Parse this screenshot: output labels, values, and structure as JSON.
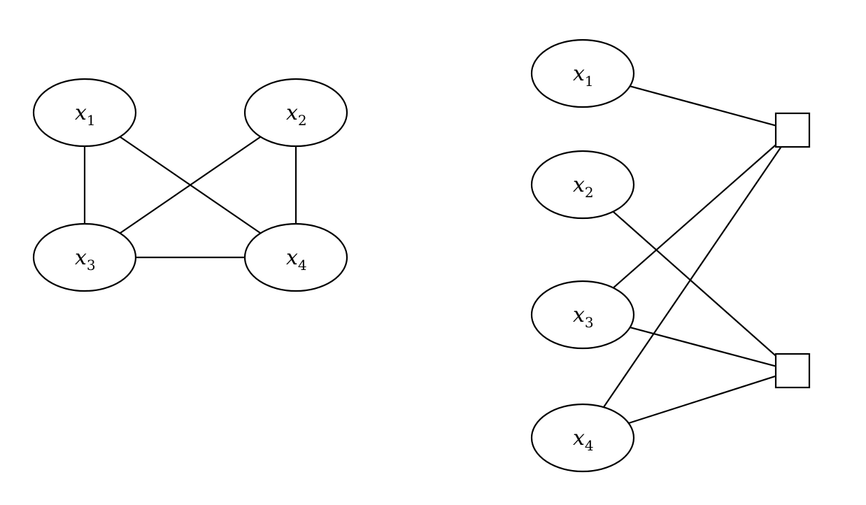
{
  "left_graph": {
    "nodes": [
      {
        "id": "x1",
        "var": "x",
        "sub": "1"
      },
      {
        "id": "x2",
        "var": "x",
        "sub": "2"
      },
      {
        "id": "x3",
        "var": "x",
        "sub": "3"
      },
      {
        "id": "x4",
        "var": "x",
        "sub": "4"
      }
    ],
    "edges": [
      [
        "x1",
        "x3"
      ],
      [
        "x1",
        "x4"
      ],
      [
        "x2",
        "x3"
      ],
      [
        "x2",
        "x4"
      ],
      [
        "x3",
        "x4"
      ]
    ]
  },
  "factor_graph": {
    "variables": [
      {
        "id": "x1",
        "var": "x",
        "sub": "1"
      },
      {
        "id": "x2",
        "var": "x",
        "sub": "2"
      },
      {
        "id": "x3",
        "var": "x",
        "sub": "3"
      },
      {
        "id": "x4",
        "var": "x",
        "sub": "4"
      }
    ],
    "factors": [
      {
        "id": "f1"
      },
      {
        "id": "f2"
      }
    ],
    "edges": [
      [
        "x1",
        "f1"
      ],
      [
        "x3",
        "f1"
      ],
      [
        "x4",
        "f1"
      ],
      [
        "x2",
        "f2"
      ],
      [
        "x3",
        "f2"
      ],
      [
        "x4",
        "f2"
      ]
    ]
  },
  "colors": {
    "stroke": "#000000",
    "background": "#ffffff"
  }
}
